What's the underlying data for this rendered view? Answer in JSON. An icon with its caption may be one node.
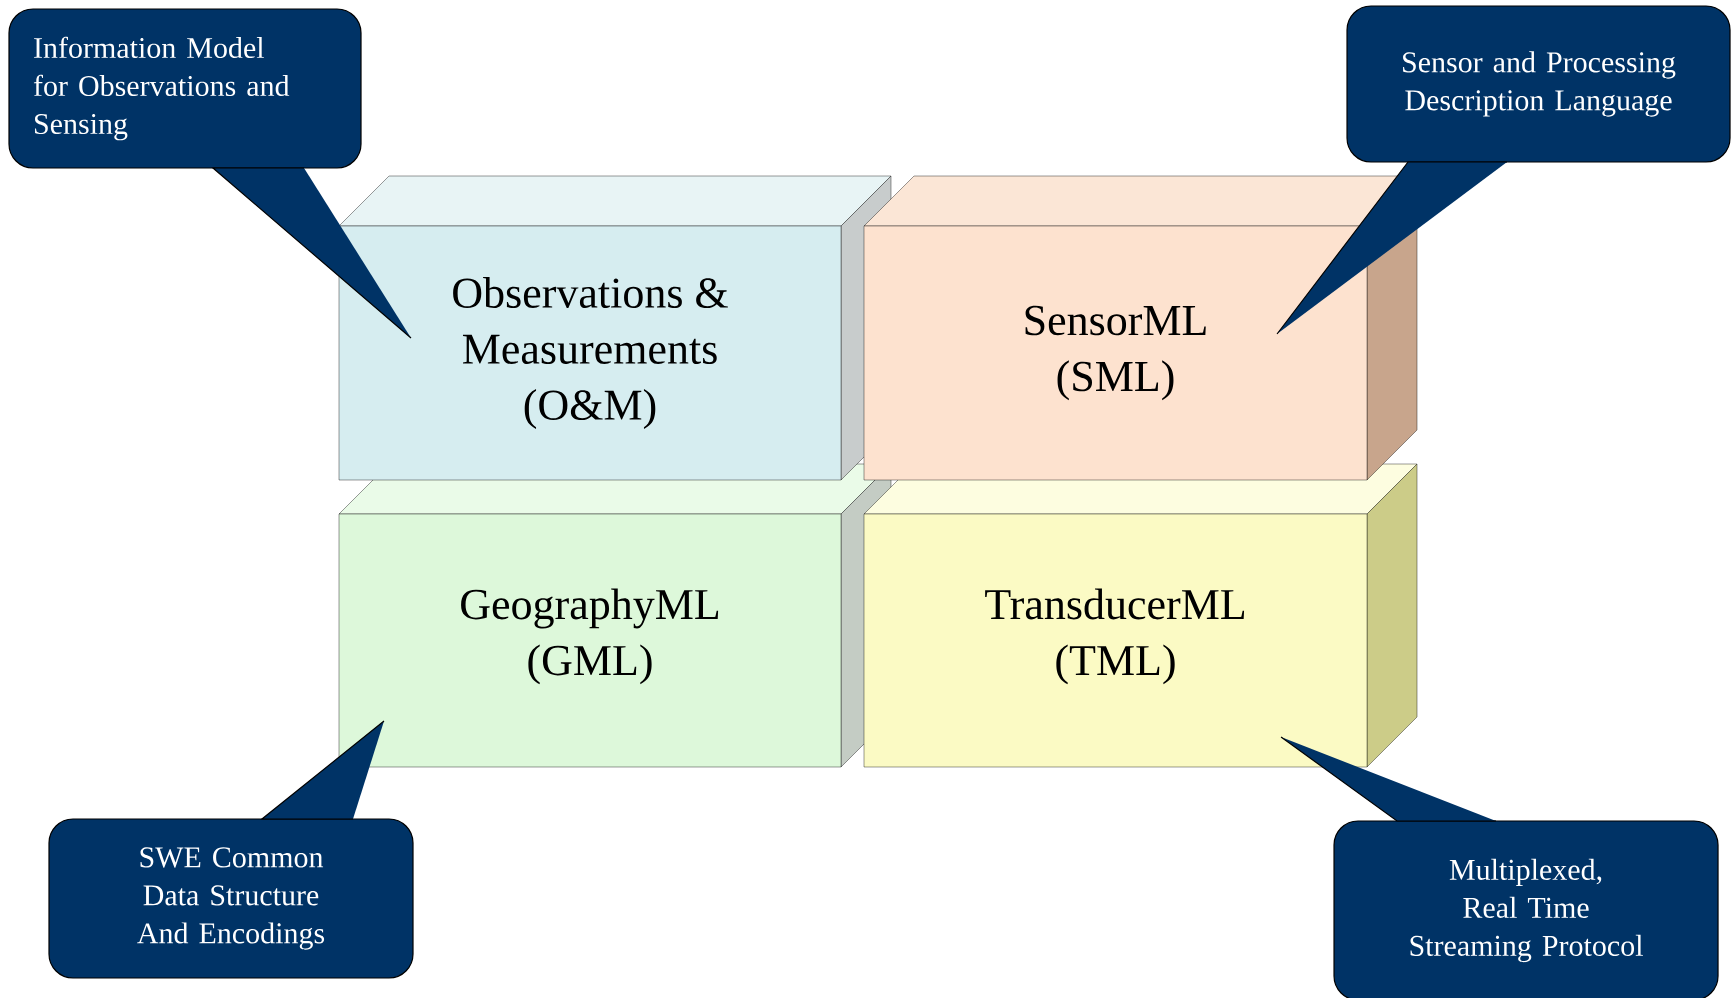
{
  "diagram": {
    "nodes": [
      {
        "text": [
          "Information Model for Observations and Sensing"
        ]
      },
      {
        "text": [
          "Sensor and Processing Description Language"
        ]
      },
      {
        "text": [
          "Observations & Measurements",
          "(O&M)"
        ]
      },
      {
        "text": [
          "SensorML",
          "(SML)"
        ]
      },
      {
        "text": [
          "GeographyML",
          "(GML)"
        ]
      },
      {
        "text": [
          "TransducerML",
          "(TML)"
        ]
      },
      {
        "text": [
          "SWE Common Data Structure And Encodings"
        ]
      },
      {
        "text": [
          "Multiplexed, Real Time Streaming Protocol"
        ]
      }
    ],
    "edges": [
      {
        "from": 0,
        "to": 2,
        "arrow": "none"
      },
      {
        "from": 1,
        "to": 3,
        "arrow": "none"
      },
      {
        "from": 6,
        "to": 4,
        "arrow": "none"
      },
      {
        "from": 7,
        "to": 5,
        "arrow": "none"
      }
    ]
  }
}
